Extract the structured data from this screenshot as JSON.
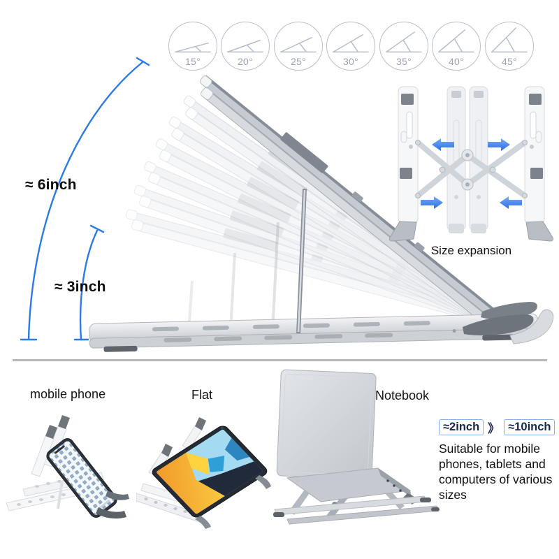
{
  "angles": {
    "items": [
      {
        "label": "15°"
      },
      {
        "label": "20°"
      },
      {
        "label": "25°"
      },
      {
        "label": "30°"
      },
      {
        "label": "35°"
      },
      {
        "label": "40°"
      },
      {
        "label": "45°"
      }
    ]
  },
  "measurements": {
    "max_height": "≈ 6inch",
    "min_height": "≈ 3inch"
  },
  "expansion": {
    "caption": "Size expansion"
  },
  "gallery": {
    "phone_label": "mobile phone",
    "tablet_label": "Flat",
    "notebook_label": "Notebook"
  },
  "range": {
    "min_badge": "≈2inch",
    "separator": "》",
    "max_badge": "≈10inch",
    "description": "Suitable for mobile phones, tablets and computers of various sizes"
  },
  "colors": {
    "accent_blue": "#2c7be5",
    "arrow_blue": "#3d7ef0",
    "dial_outline": "#b8bfcc",
    "badge_border": "#82b1f2",
    "badge_text": "#16294d"
  }
}
